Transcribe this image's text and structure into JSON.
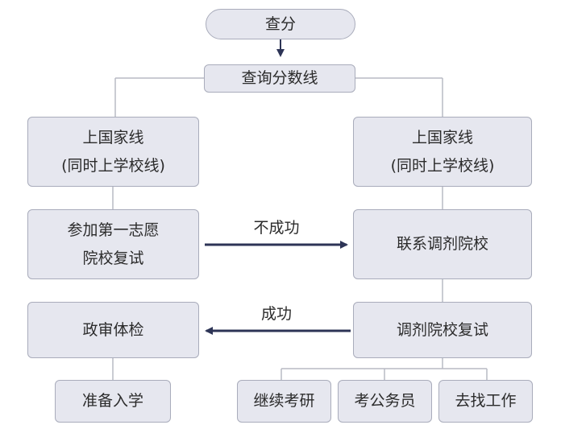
{
  "nodes": {
    "start": "查分",
    "query": "查询分数线",
    "left_national_1": "上国家线",
    "left_national_2": "(同时上学校线)",
    "right_national_1": "上国家线",
    "right_national_2": "(同时上学校线)",
    "first_choice_1": "参加第一志愿",
    "first_choice_2": "院校复试",
    "adjust_contact": "联系调剂院校",
    "political_review": "政审体检",
    "adjust_retest": "调剂院校复试",
    "enroll": "准备入学",
    "continue_exam": "继续考研",
    "civil_service": "考公务员",
    "find_job": "去找工作"
  },
  "edges": {
    "fail_label": "不成功",
    "success_label": "成功"
  },
  "colors": {
    "box_fill": "#e6e7ef",
    "box_border": "#a9acbb",
    "line": "#b8bac4",
    "arrow": "#2d3456"
  }
}
